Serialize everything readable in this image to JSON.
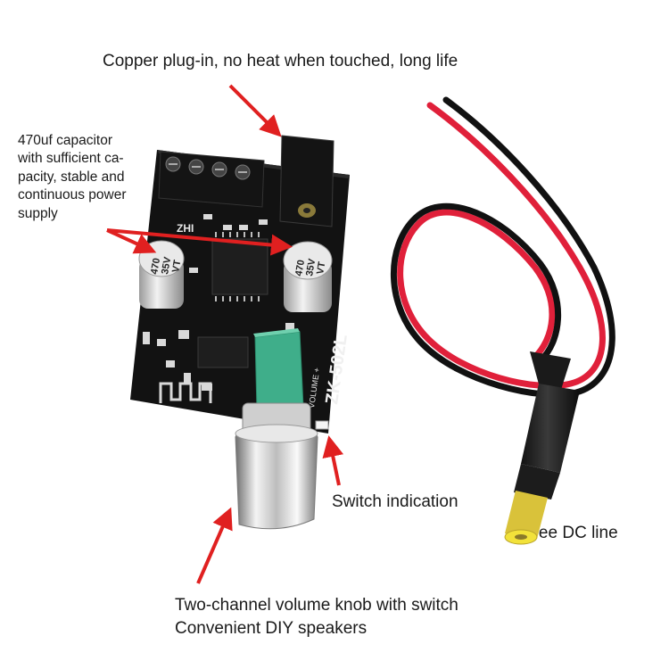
{
  "annotations": {
    "copper_plug": "Copper plug-in, no heat when touched, long life",
    "capacitor_lines": [
      "470uf capacitor",
      "with sufficient ca-",
      "pacity, stable and",
      "continuous power",
      "supply"
    ],
    "switch_indication": "Switch indication",
    "dc_line": "Free DC line",
    "volume_knob_lines": [
      "Two-channel volume knob with switch",
      "Convenient DIY speakers"
    ]
  },
  "board": {
    "model": "ZK-502L",
    "silkscreen_brand": "ZHI",
    "volume_marking": "VOLUME +",
    "capacitor_marking": [
      "470",
      "35V",
      "VT"
    ]
  },
  "colors": {
    "arrow": "#e02020",
    "pcb": "#121212",
    "pot_body": "#3fae8a",
    "wire_red": "#e0203a",
    "wire_black": "#111111",
    "dc_tip": "#f2e23a"
  }
}
